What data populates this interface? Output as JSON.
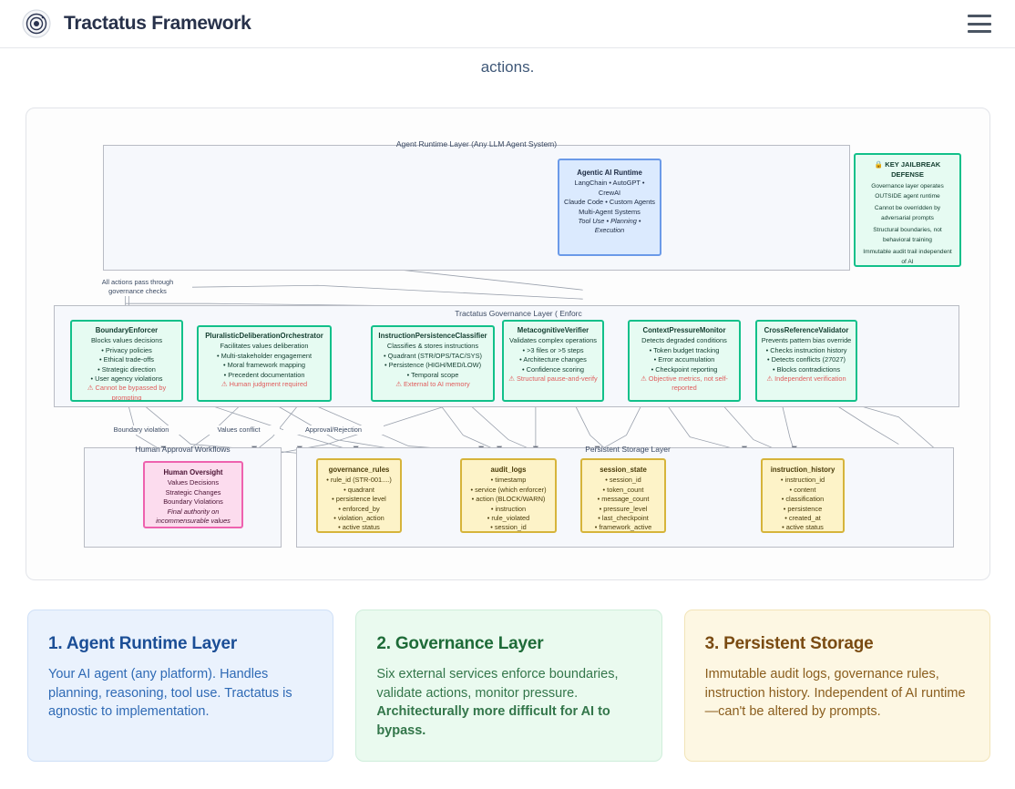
{
  "header": {
    "brand_title": "Tractatus Framework",
    "logo_icon": "target-circles-icon",
    "menu_icon": "hamburger-menu-icon"
  },
  "intro": {
    "tail_text": "actions."
  },
  "diagram": {
    "subgraphs": [
      {
        "id": "runtime",
        "title": "Agent Runtime Layer (Any\nLLM Agent System)"
      },
      {
        "id": "governance",
        "title": "Tractatus Governance\nLayer (\nEnforc"
      },
      {
        "id": "human",
        "title": "Human Approval Workflows"
      },
      {
        "id": "storage",
        "title": "Persistent Storage Layer"
      }
    ],
    "runtime_node": {
      "title": "Agentic AI Runtime",
      "lines": [
        "LangChain • AutoGPT • CrewAI",
        "Claude Code • Custom Agents",
        "Multi-Agent Systems"
      ],
      "em_line": "Tool Use • Planning • Execution"
    },
    "key_defense": {
      "title": "🔒 KEY JAILBREAK DEFENSE",
      "lines": [
        "Governance layer operates OUTSIDE agent runtime",
        "Cannot be overridden by adversarial prompts",
        "Structural boundaries, not behavioral training",
        "Immutable audit trail independent of AI"
      ]
    },
    "services": [
      {
        "title": "BoundaryEnforcer",
        "subtitle": "Blocks values decisions",
        "bullets": [
          "• Privacy policies",
          "• Ethical trade-offs",
          "• Strategic direction",
          "• User agency violations"
        ],
        "warn": "⚠ Cannot be bypassed by prompting"
      },
      {
        "title": "PluralisticDeliberationOrchestrator",
        "subtitle": "Facilitates values deliberation",
        "bullets": [
          "• Multi-stakeholder engagement",
          "• Moral framework mapping",
          "• Precedent documentation"
        ],
        "warn": "⚠ Human judgment required"
      },
      {
        "title": "InstructionPersistenceClassifier",
        "subtitle": "Classifies & stores instructions",
        "bullets": [
          "• Quadrant (STR/OPS/TAC/SYS)",
          "• Persistence (HIGH/MED/LOW)",
          "• Temporal scope"
        ],
        "warn": "⚠ External to AI memory"
      },
      {
        "title": "MetacognitiveVerifier",
        "subtitle": "Validates complex operations",
        "bullets": [
          "• >3 files or >5 steps",
          "• Architecture changes",
          "• Confidence scoring"
        ],
        "warn": "⚠ Structural pause-and-verify"
      },
      {
        "title": "ContextPressureMonitor",
        "subtitle": "Detects degraded conditions",
        "bullets": [
          "• Token budget tracking",
          "• Error accumulation",
          "• Checkpoint reporting"
        ],
        "warn": "⚠ Objective metrics, not self-reported"
      },
      {
        "title": "CrossReferenceValidator",
        "subtitle": "Prevents pattern bias override",
        "bullets": [
          "• Checks instruction history",
          "• Detects conflicts (27027)",
          "• Blocks contradictions"
        ],
        "warn": "⚠ Independent verification"
      }
    ],
    "human_oversight": {
      "title": "Human Oversight",
      "lines": [
        "Values Decisions",
        "Strategic Changes",
        "Boundary Violations"
      ],
      "em_lines": [
        "Final authority on",
        "incommensurable values"
      ]
    },
    "stores": [
      {
        "title": "governance_rules",
        "bullets": [
          "• rule_id (STR-001....)",
          "• quadrant",
          "• persistence level",
          "• enforced_by",
          "• violation_action",
          "• active status"
        ]
      },
      {
        "title": "audit_logs",
        "bullets": [
          "• timestamp",
          "• service (which enforcer)",
          "• action (BLOCK/WARN)",
          "• instruction",
          "• rule_violated",
          "• session_id"
        ]
      },
      {
        "title": "session_state",
        "bullets": [
          "• session_id",
          "• token_count",
          "• message_count",
          "• pressure_level",
          "• last_checkpoint",
          "• framework_active"
        ]
      },
      {
        "title": "instruction_history",
        "bullets": [
          "• instruction_id",
          "• content",
          "• classification",
          "• persistence",
          "• created_at",
          "• active status"
        ]
      }
    ],
    "edge_labels": [
      {
        "id": "all-actions",
        "text": "All actions pass through\ngovernance checks"
      },
      {
        "id": "boundary-violation",
        "text": "Boundary violation"
      },
      {
        "id": "values-conflict",
        "text": "Values conflict"
      },
      {
        "id": "approval-rejection",
        "text": "Approval/Rejection"
      }
    ]
  },
  "cards": [
    {
      "heading": "1. Agent Runtime Layer",
      "body": "Your AI agent (any platform). Handles planning, reasoning, tool use. Tractatus is agnostic to implementation.",
      "bold_tail": ""
    },
    {
      "heading": "2. Governance Layer",
      "body": "Six external services enforce boundaries, validate actions, monitor pressure. ",
      "bold_tail": "Architecturally more difficult for AI to bypass."
    },
    {
      "heading": "3. Persistent Storage",
      "body": "Immutable audit logs, governance rules, instruction history. Independent of AI runtime—can't be altered by prompts.",
      "bold_tail": ""
    }
  ],
  "colors": {
    "brand_dark": "#27314a",
    "blue_accent": "#1b4e96",
    "green_accent": "#1e6b38",
    "amber_accent": "#7a4b12",
    "warn_red": "#e05c5c"
  }
}
